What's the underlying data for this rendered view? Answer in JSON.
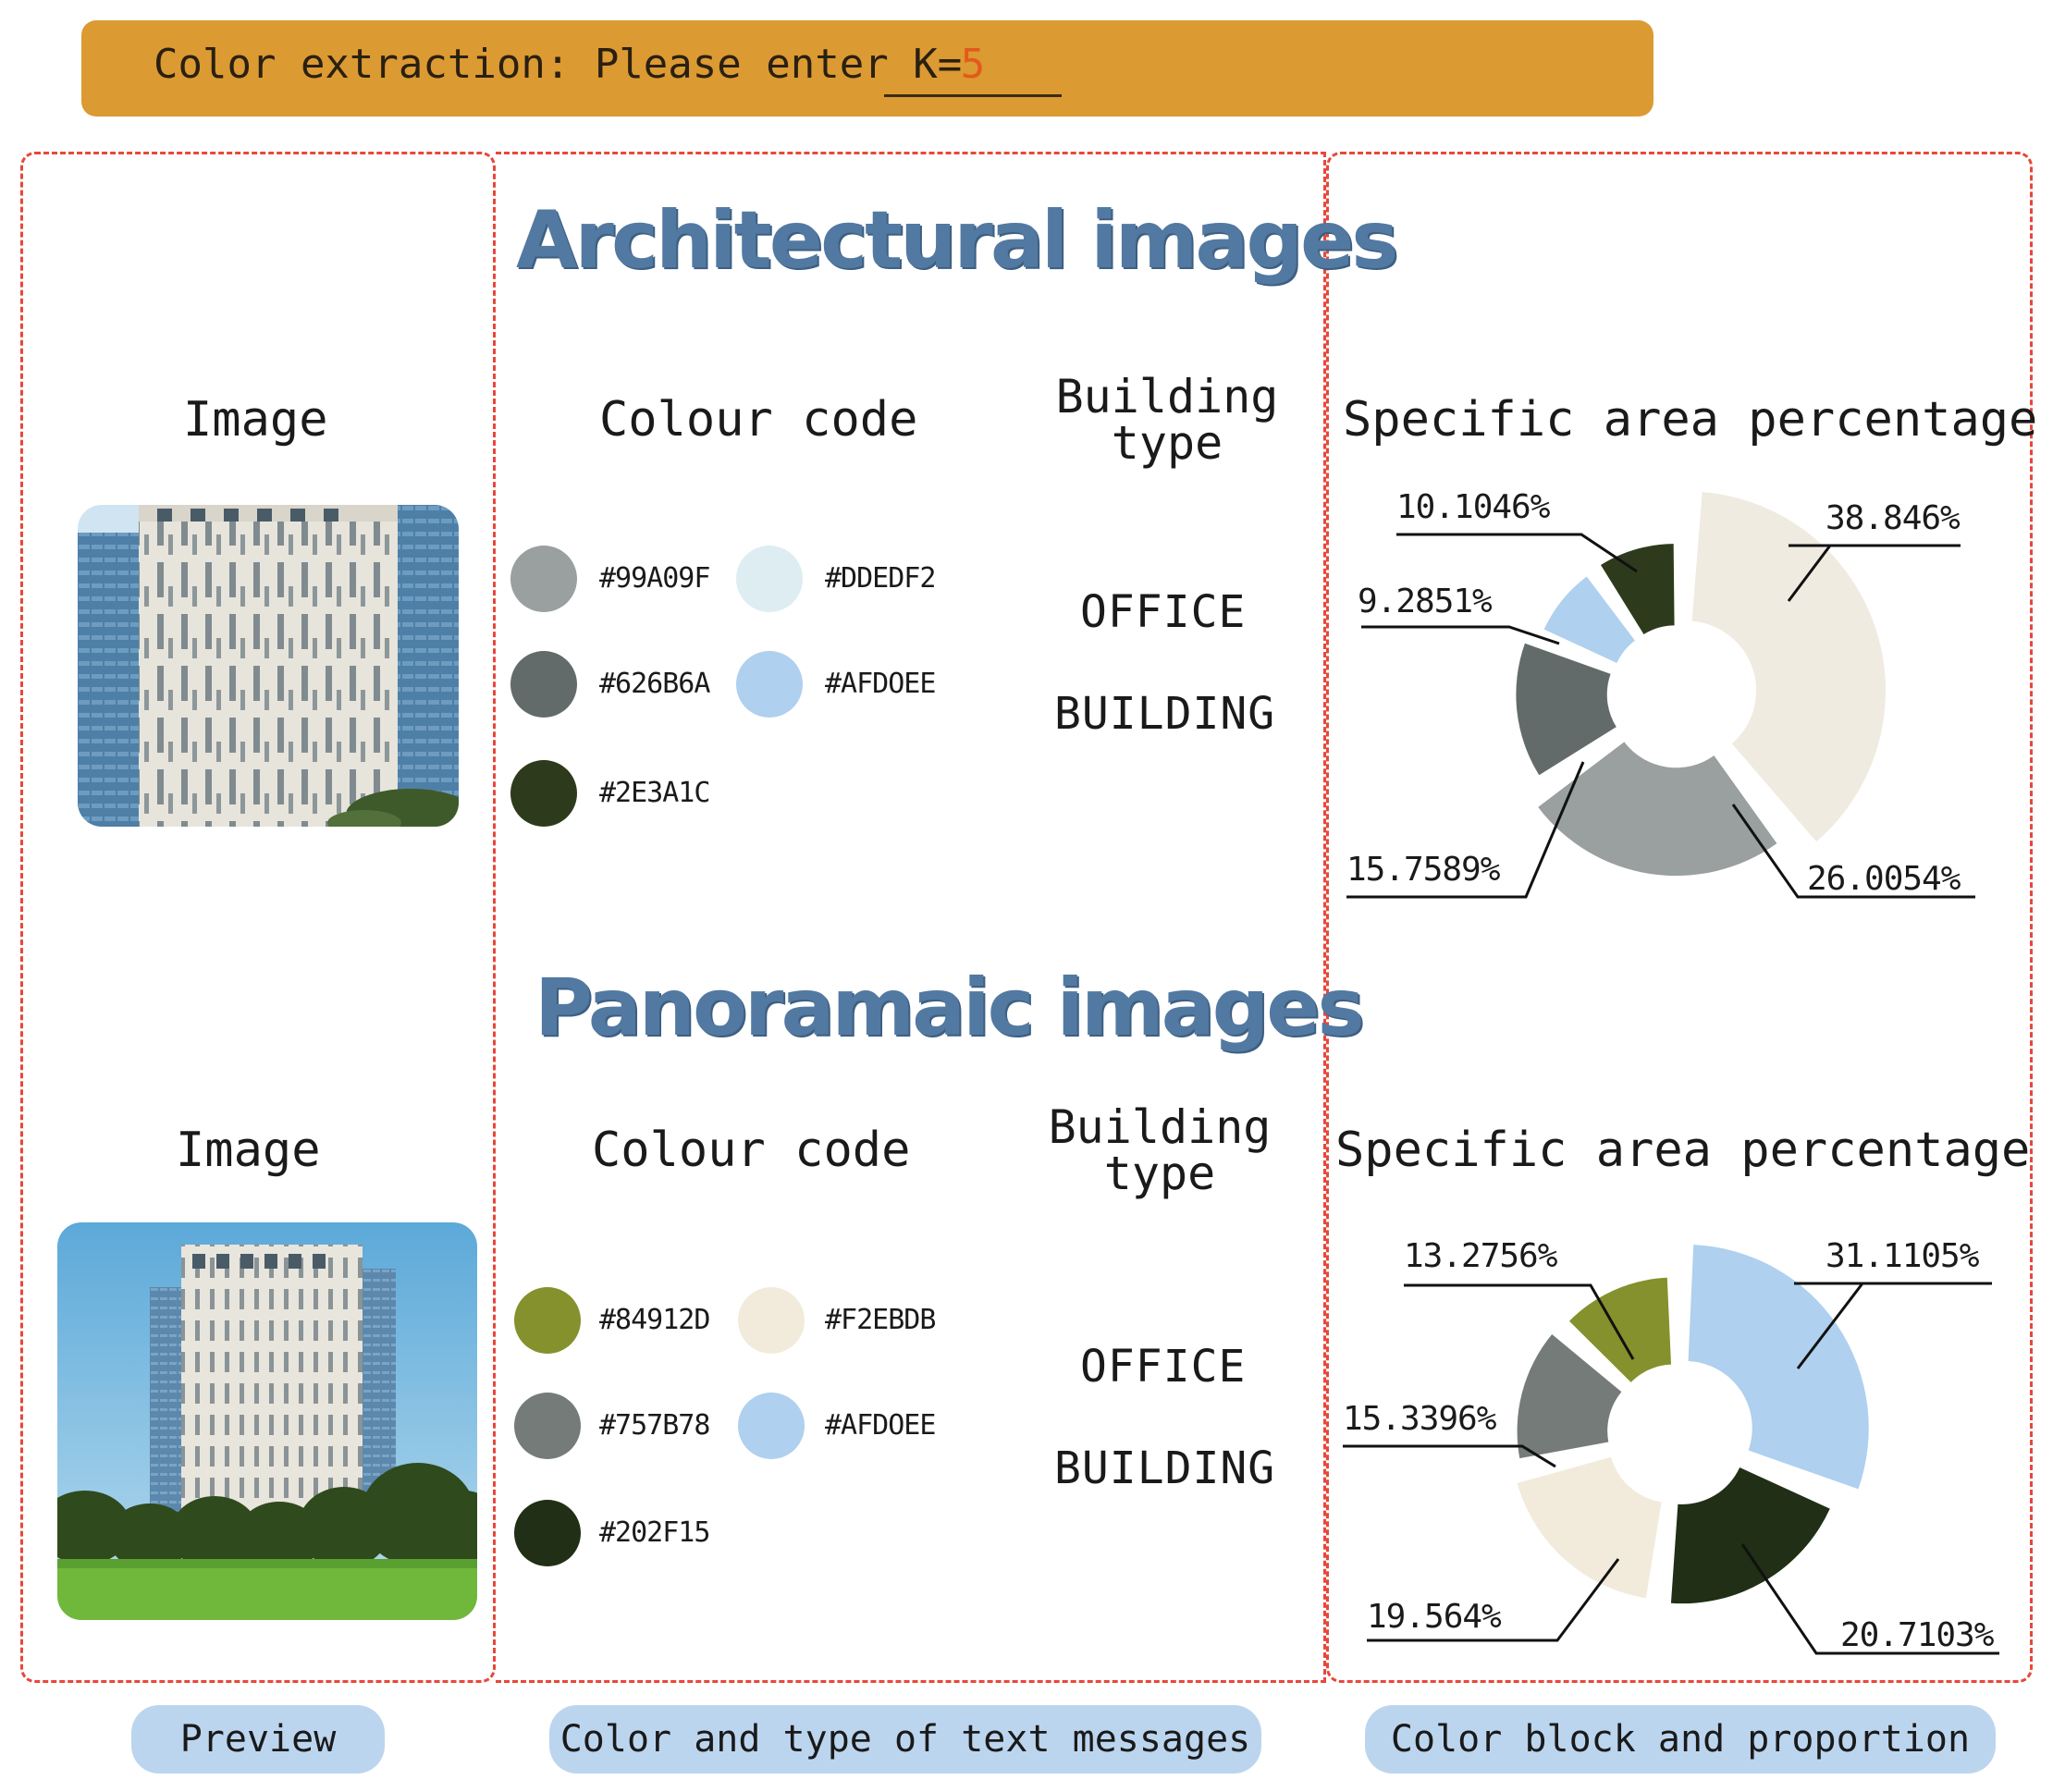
{
  "header": {
    "prompt_label": "Color extraction: Please enter K=",
    "k_value": "5",
    "accent": "#dc9a32"
  },
  "sections": [
    {
      "title": "Architectural images",
      "image_heading": "Image",
      "code_heading": "Colour code",
      "type_heading": [
        "Building",
        "type"
      ],
      "building_type": [
        "OFFICE",
        "BUILDING"
      ],
      "swatches": [
        {
          "color": "#99A09F",
          "code": "#99A09F"
        },
        {
          "color": "#DDEDF2",
          "code": "#DDEDF2"
        },
        {
          "color": "#626B6A",
          "code": "#626B6A"
        },
        {
          "color": "#AFD0EE",
          "code": "#AFDOEE"
        },
        {
          "color": "#2E3A1C",
          "code": "#2E3A1C"
        }
      ]
    },
    {
      "title": "Panoramaic images",
      "image_heading": "Image",
      "code_heading": "Colour code",
      "type_heading": [
        "Building",
        "type"
      ],
      "building_type": [
        "OFFICE",
        "BUILDING"
      ],
      "swatches": [
        {
          "color": "#84912D",
          "code": "#84912D"
        },
        {
          "color": "#F2EBDB",
          "code": "#F2EBDB"
        },
        {
          "color": "#757B78",
          "code": "#757B78"
        },
        {
          "color": "#AFD0EE",
          "code": "#AFDOEE"
        },
        {
          "color": "#202F15",
          "code": "#202F15"
        }
      ]
    }
  ],
  "chart_data": [
    {
      "type": "pie",
      "style": "exploded-donut",
      "title": "Specific area percentage",
      "slices": [
        {
          "label": "38.846%",
          "value": 38.846,
          "color": "#F0EBE0"
        },
        {
          "label": "26.0054%",
          "value": 26.0054,
          "color": "#99A09F"
        },
        {
          "label": "15.7589%",
          "value": 15.7589,
          "color": "#626B6A"
        },
        {
          "label": "9.2851%",
          "value": 9.2851,
          "color": "#AFD0EE"
        },
        {
          "label": "10.1046%",
          "value": 10.1046,
          "color": "#2E3A1C"
        }
      ]
    },
    {
      "type": "pie",
      "style": "exploded-donut",
      "title": "Specific area percentage",
      "slices": [
        {
          "label": "31.1105%",
          "value": 31.1105,
          "color": "#AFD0EE"
        },
        {
          "label": "20.7103%",
          "value": 20.7103,
          "color": "#202F15"
        },
        {
          "label": "19.564%",
          "value": 19.564,
          "color": "#F2EBDB"
        },
        {
          "label": "15.3396%",
          "value": 15.3396,
          "color": "#757B78"
        },
        {
          "label": "13.2756%",
          "value": 13.2756,
          "color": "#84912D"
        }
      ]
    }
  ],
  "footer": {
    "preview": "Preview",
    "text_messages": "Color and type of text messages",
    "block_proportion": "Color block and proportion"
  }
}
